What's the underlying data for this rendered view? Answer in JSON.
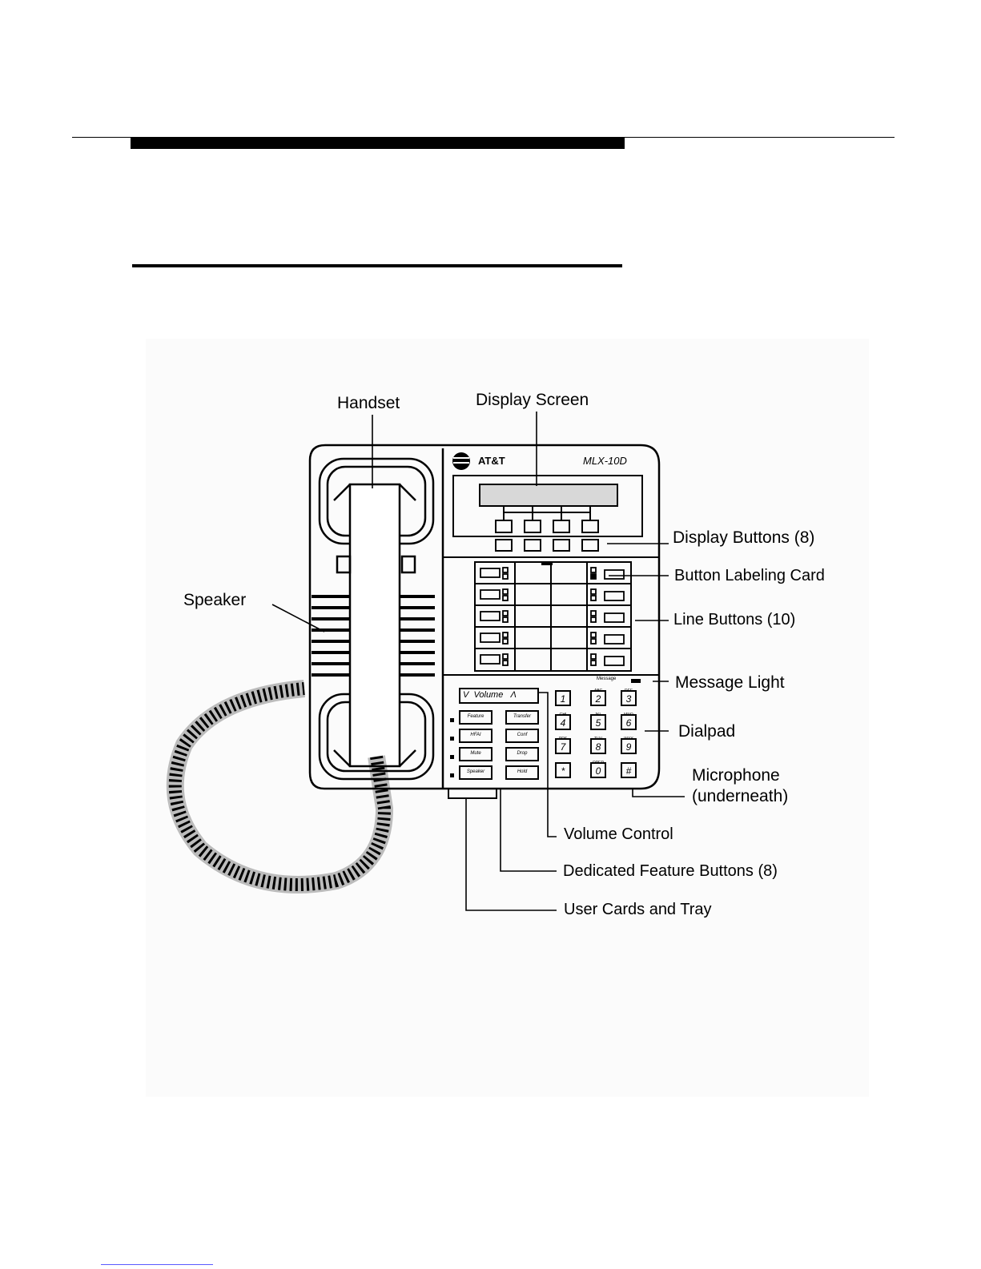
{
  "figure": {
    "phone": {
      "brand": "AT&T",
      "model": "MLX-10D",
      "volume_label": "V  Volume   Λ",
      "message_label": "Message",
      "dialpad_keys": [
        "1",
        "2",
        "3",
        "4",
        "5",
        "6",
        "7",
        "8",
        "9",
        "*",
        "0",
        "#"
      ],
      "dialpad_letters": [
        "",
        "ABC",
        "DEF",
        "GHI",
        "JKL",
        "MNO",
        "PRS",
        "TUV",
        "WXY",
        "",
        "OPER",
        ""
      ],
      "feature_buttons": [
        "Transfer",
        "Conf",
        "Drop",
        "Hold",
        "Feature",
        "HFAI",
        "Mute",
        "Speaker"
      ]
    },
    "callouts": {
      "handset": "Handset",
      "display_screen": "Display Screen",
      "display_buttons": "Display Buttons (8)",
      "button_labeling_card": "Button Labeling Card",
      "speaker": "Speaker",
      "line_buttons": "Line Buttons (10)",
      "message_light": "Message Light",
      "dialpad": "Dialpad",
      "microphone_1": "Microphone",
      "microphone_2": "(underneath)",
      "volume_control": "Volume Control",
      "dedicated_feature_buttons": "Dedicated Feature Buttons (8)",
      "user_cards": "User Cards and Tray"
    }
  },
  "colors": {
    "ink": "#000000",
    "display_fill": "#d8d8d8",
    "link": "#5a5aff"
  }
}
